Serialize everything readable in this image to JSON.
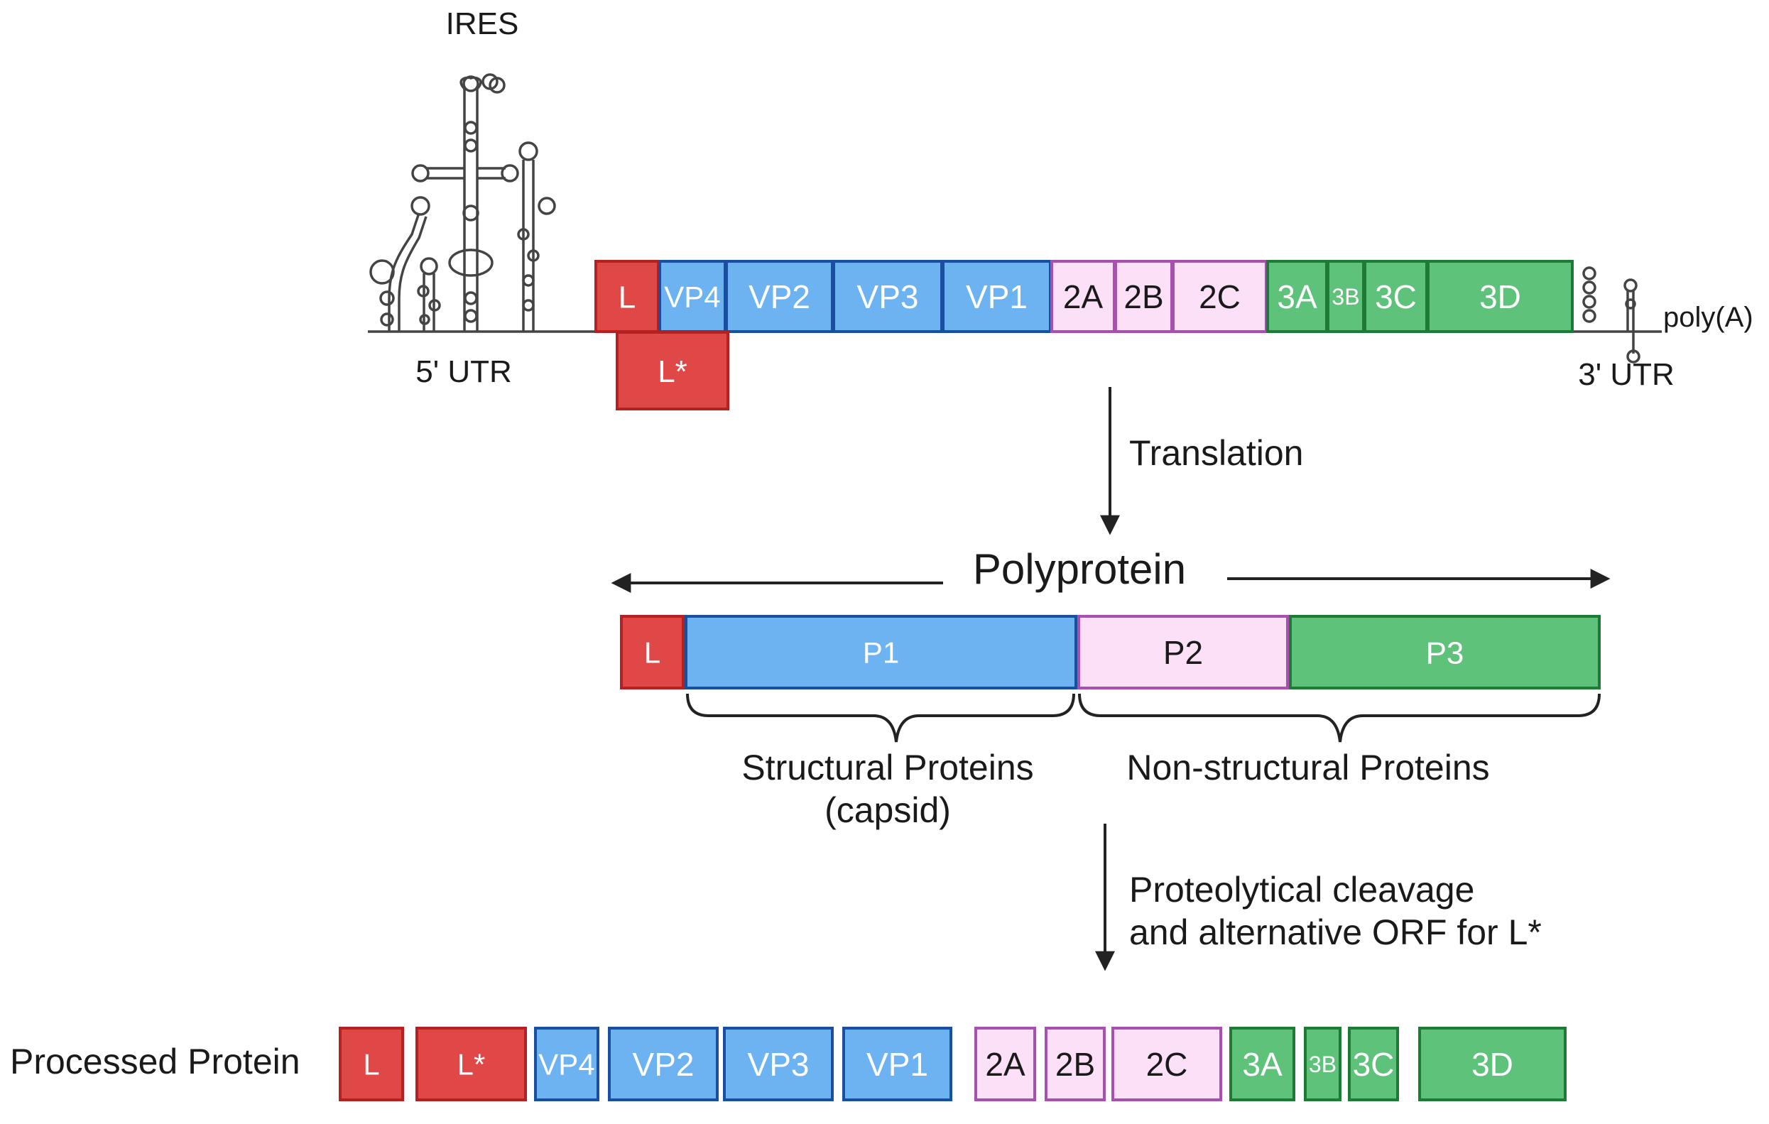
{
  "colors": {
    "red_fill": "#e04747",
    "red_stroke": "#b52020",
    "blue_fill": "#6db3f2",
    "blue_stroke": "#1a4fa0",
    "pink_fill": "#fce0f7",
    "pink_stroke": "#a84fb0",
    "green_fill": "#5ec27a",
    "green_stroke": "#1f7a36",
    "line": "#444444",
    "text": "#1a1a1a"
  },
  "genome": {
    "ires_label": "IRES",
    "utr5_label": "5' UTR",
    "utr3_label": "3' UTR",
    "polya_label": "poly(A)",
    "segments": [
      {
        "label": "L",
        "group": "red"
      },
      {
        "label": "VP4",
        "group": "blue"
      },
      {
        "label": "VP2",
        "group": "blue"
      },
      {
        "label": "VP3",
        "group": "blue"
      },
      {
        "label": "VP1",
        "group": "blue"
      },
      {
        "label": "2A",
        "group": "pink"
      },
      {
        "label": "2B",
        "group": "pink"
      },
      {
        "label": "2C",
        "group": "pink"
      },
      {
        "label": "3A",
        "group": "green"
      },
      {
        "label": "3B",
        "group": "green"
      },
      {
        "label": "3C",
        "group": "green"
      },
      {
        "label": "3D",
        "group": "green"
      }
    ],
    "lstar_label": "L*"
  },
  "translation_label": "Translation",
  "polyprotein": {
    "title": "Polyprotein",
    "segments": [
      {
        "label": "L",
        "group": "red"
      },
      {
        "label": "P1",
        "group": "blue"
      },
      {
        "label": "P2",
        "group": "pink"
      },
      {
        "label": "P3",
        "group": "green"
      }
    ],
    "structural_label_1": "Structural Proteins",
    "structural_label_2": "(capsid)",
    "nonstructural_label": "Non-structural Proteins"
  },
  "cleavage_label_1": "Proteolytical cleavage",
  "cleavage_label_2": "and alternative ORF for L*",
  "processed": {
    "label": "Processed Protein",
    "segments": [
      {
        "label": "L",
        "group": "red"
      },
      {
        "label": "L*",
        "group": "red"
      },
      {
        "label": "VP4",
        "group": "blue"
      },
      {
        "label": "VP2",
        "group": "blue"
      },
      {
        "label": "VP3",
        "group": "blue"
      },
      {
        "label": "VP1",
        "group": "blue"
      },
      {
        "label": "2A",
        "group": "pink"
      },
      {
        "label": "2B",
        "group": "pink"
      },
      {
        "label": "2C",
        "group": "pink"
      },
      {
        "label": "3A",
        "group": "green"
      },
      {
        "label": "3B",
        "group": "green"
      },
      {
        "label": "3C",
        "group": "green"
      },
      {
        "label": "3D",
        "group": "green"
      }
    ]
  }
}
